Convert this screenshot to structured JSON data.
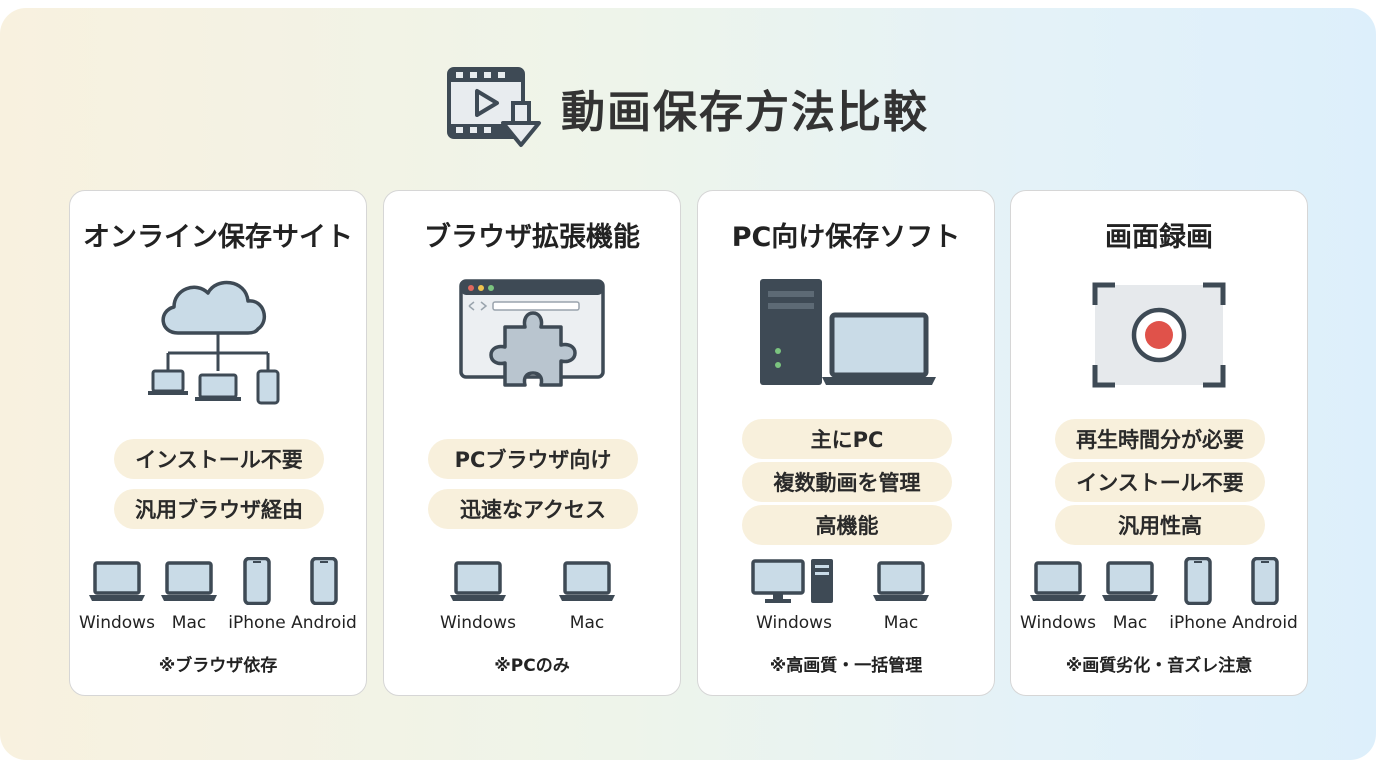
{
  "title": "動画保存方法比較",
  "cards": [
    {
      "title": "オンライン保存サイト",
      "features": [
        "インストール不要",
        "汎用ブラウザ経由"
      ],
      "devices": [
        "Windows",
        "Mac",
        "iPhone",
        "Android"
      ],
      "note": "※ブラウザ依存",
      "icon": "cloud-network-icon"
    },
    {
      "title": "ブラウザ拡張機能",
      "features": [
        "PCブラウザ向け",
        "迅速なアクセス"
      ],
      "devices": [
        "Windows",
        "Mac"
      ],
      "note": "※PCのみ",
      "icon": "browser-puzzle-icon"
    },
    {
      "title": "PC向け保存ソフト",
      "features": [
        "主にPC",
        "複数動画を管理",
        "高機能"
      ],
      "devices": [
        "Windows",
        "Mac"
      ],
      "note": "※高画質・一括管理",
      "icon": "desktop-computer-icon"
    },
    {
      "title": "画面録画",
      "features": [
        "再生時間分が必要",
        "インストール不要",
        "汎用性高"
      ],
      "devices": [
        "Windows",
        "Mac",
        "iPhone",
        "Android"
      ],
      "note": "※画質劣化・音ズレ注意",
      "icon": "screen-record-icon"
    }
  ]
}
